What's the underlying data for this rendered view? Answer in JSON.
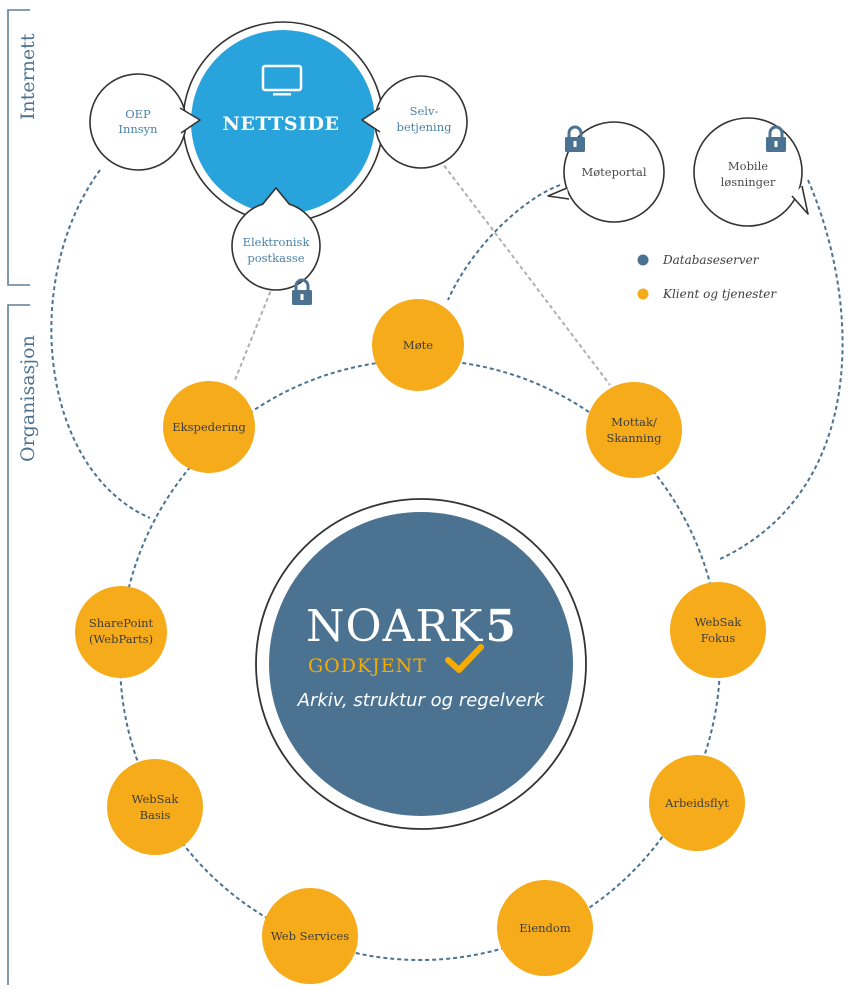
{
  "side_labels": {
    "internet": "Internett",
    "organisation": "Organisasjon"
  },
  "nettside": {
    "label": "NETTSIDE",
    "icon": "monitor-icon",
    "color": "#29a3db"
  },
  "web_bubbles": [
    {
      "id": "oep",
      "lines": [
        "OEP",
        "Innsyn"
      ]
    },
    {
      "id": "selvbetjening",
      "lines": [
        "Selv-",
        "betjening"
      ]
    },
    {
      "id": "postkasse",
      "lines": [
        "Elektronisk",
        "postkasse"
      ],
      "icon": "lock-icon"
    }
  ],
  "external_bubbles": [
    {
      "id": "moteportal",
      "lines": [
        "Møteportal"
      ],
      "icon": "lock-icon"
    },
    {
      "id": "mobile",
      "lines": [
        "Mobile",
        "løsninger"
      ],
      "icon": "lock-icon"
    }
  ],
  "legend": [
    {
      "label": "Databaseserver",
      "color": "#4b7391"
    },
    {
      "label": "Klient og tjenester",
      "color": "#f6ab1b"
    }
  ],
  "center": {
    "title": "NOARK",
    "title_suffix": "5",
    "badge": "GODKJENT",
    "badge_icon": "checkmark-icon",
    "tagline": "Arkiv, struktur og regelverk",
    "color": "#4b7391"
  },
  "modules": [
    {
      "id": "mote",
      "lines": [
        "Møte"
      ]
    },
    {
      "id": "mottak",
      "lines": [
        "Mottak/",
        "Skanning"
      ]
    },
    {
      "id": "ekspedering",
      "lines": [
        "Ekspedering"
      ]
    },
    {
      "id": "sharepoint",
      "lines": [
        "SharePoint",
        "(WebParts)"
      ]
    },
    {
      "id": "websak-fokus",
      "lines": [
        "WebSak",
        "Fokus"
      ]
    },
    {
      "id": "websak-basis",
      "lines": [
        "WebSak",
        "Basis"
      ]
    },
    {
      "id": "arbeidsflyt",
      "lines": [
        "Arbeidsflyt"
      ]
    },
    {
      "id": "web-services",
      "lines": [
        "Web Services"
      ]
    },
    {
      "id": "eiendom",
      "lines": [
        "Eiendom"
      ]
    }
  ],
  "colors": {
    "accent_blue": "#29a3db",
    "dark_blue": "#4b7391",
    "orange": "#f6ab1b",
    "dashed_line": "#4b7391",
    "grey_line": "#b0b0b0"
  }
}
